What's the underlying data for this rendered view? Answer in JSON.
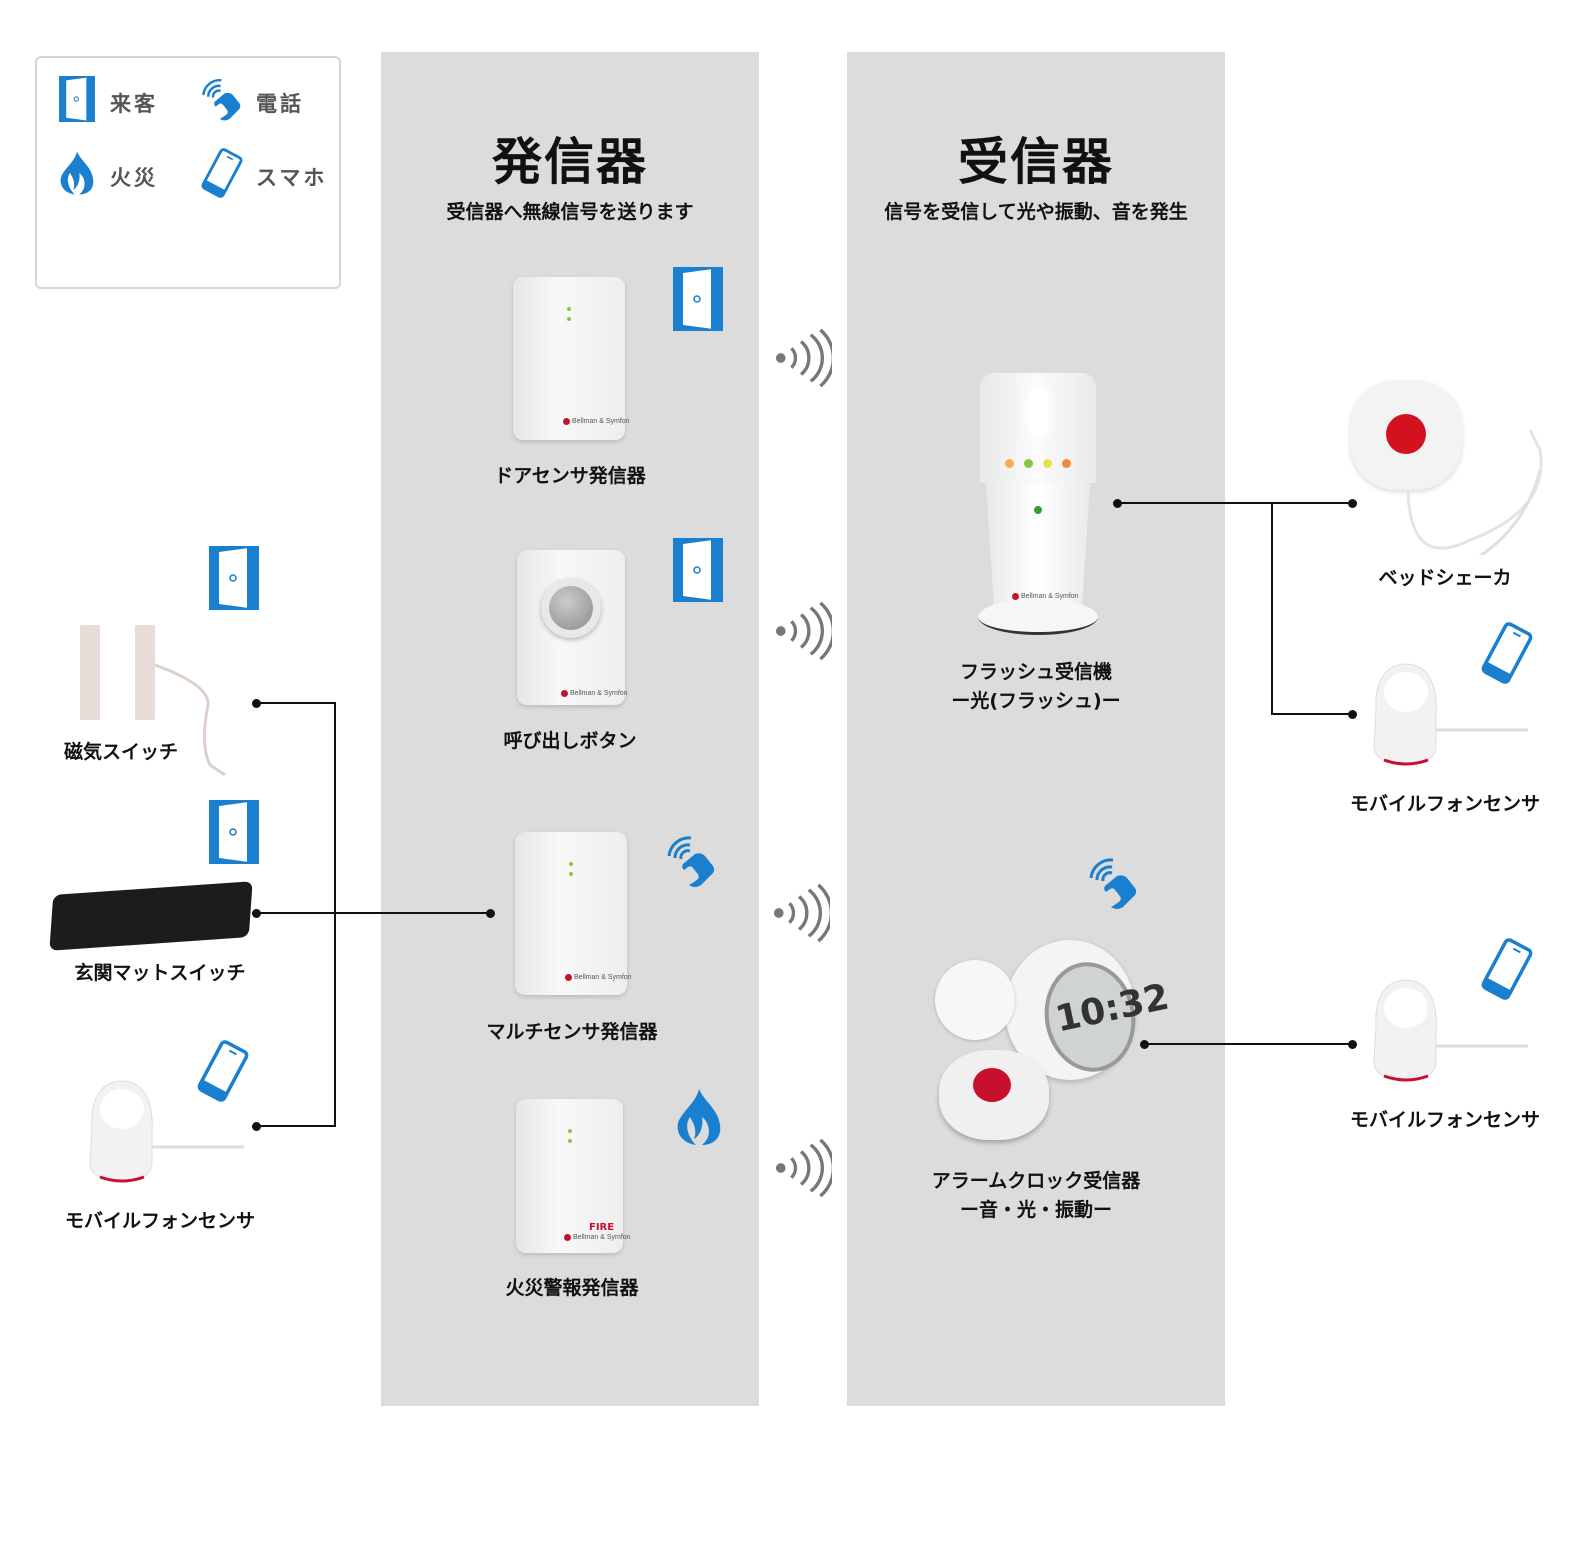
{
  "legend": {
    "items": [
      {
        "icon": "door-icon",
        "label": "来客"
      },
      {
        "icon": "phone-call-icon",
        "label": "電話"
      },
      {
        "icon": "fire-icon",
        "label": "火災"
      },
      {
        "icon": "smartphone-icon",
        "label": "スマホ"
      }
    ]
  },
  "transmitters": {
    "title": "発信器",
    "subtitle": "受信器へ無線信号を送ります",
    "items": [
      {
        "label": "ドアセンサ発信器",
        "icon": "door-icon"
      },
      {
        "label": "呼び出しボタン",
        "icon": "door-icon"
      },
      {
        "label": "マルチセンサ発信器",
        "icon": "phone-call-icon"
      },
      {
        "label": "火災警報発信器",
        "icon": "fire-icon",
        "device_text": "FIRE"
      }
    ]
  },
  "receivers": {
    "title": "受信器",
    "subtitle": "信号を受信して光や振動、音を発生",
    "items": [
      {
        "label_line1": "フラッシュ受信機",
        "label_line2": "ー光(フラッシュ)ー"
      },
      {
        "label_line1": "アラームクロック受信器",
        "label_line2": "ー音・光・振動ー",
        "icon": "phone-call-icon",
        "clock_display": "10:32"
      }
    ]
  },
  "inputs": [
    {
      "label": "磁気スイッチ",
      "icon": "door-icon"
    },
    {
      "label": "玄関マットスイッチ",
      "icon": "door-icon"
    },
    {
      "label": "モバイルフォンセンサ",
      "icon": "smartphone-icon"
    }
  ],
  "outputs": [
    {
      "label": "ベッドシェーカ"
    },
    {
      "label": "モバイルフォンセンサ",
      "icon": "smartphone-icon"
    },
    {
      "label": "モバイルフォンセンサ",
      "icon": "smartphone-icon"
    }
  ],
  "brand_logo_text": "Bellman & Symfon",
  "colors": {
    "icon_blue": "#1a7fcf",
    "panel": "#dcdcdc",
    "accent_red": "#c8102e"
  }
}
